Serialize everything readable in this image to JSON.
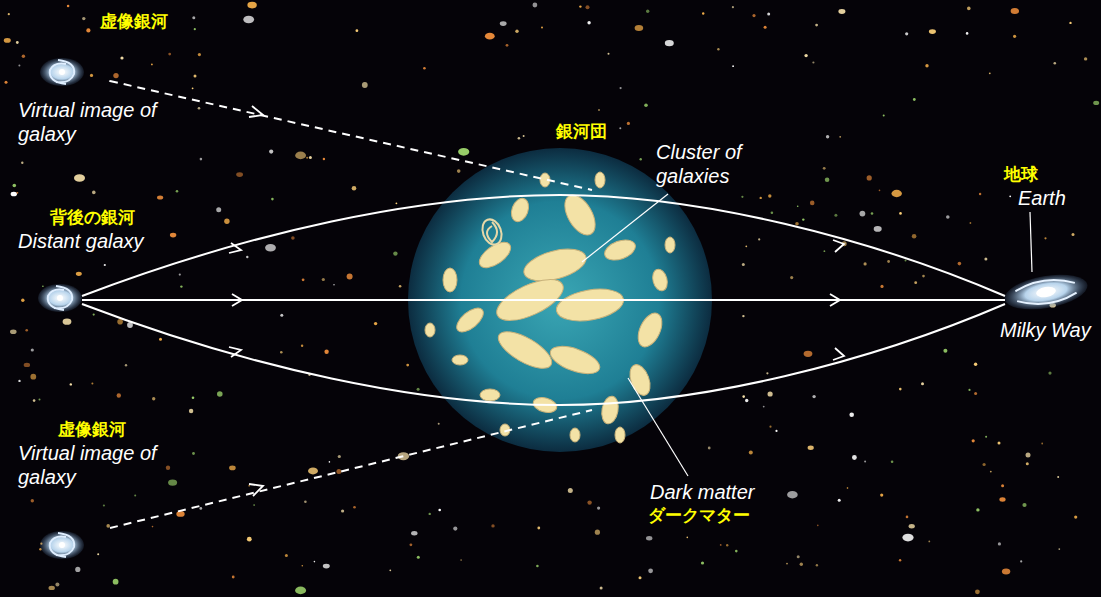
{
  "diagram": {
    "labels": [
      "虚像銀河",
      "Virtual image of galaxy",
      "銀河団",
      "Cluster of galaxies",
      "地球",
      "Earth",
      "背後の銀河",
      "Distant galaxy",
      "Milky Way",
      "虚像銀河",
      "Virtual image of galaxy",
      "Dark matter",
      "ダークマター"
    ]
  }
}
